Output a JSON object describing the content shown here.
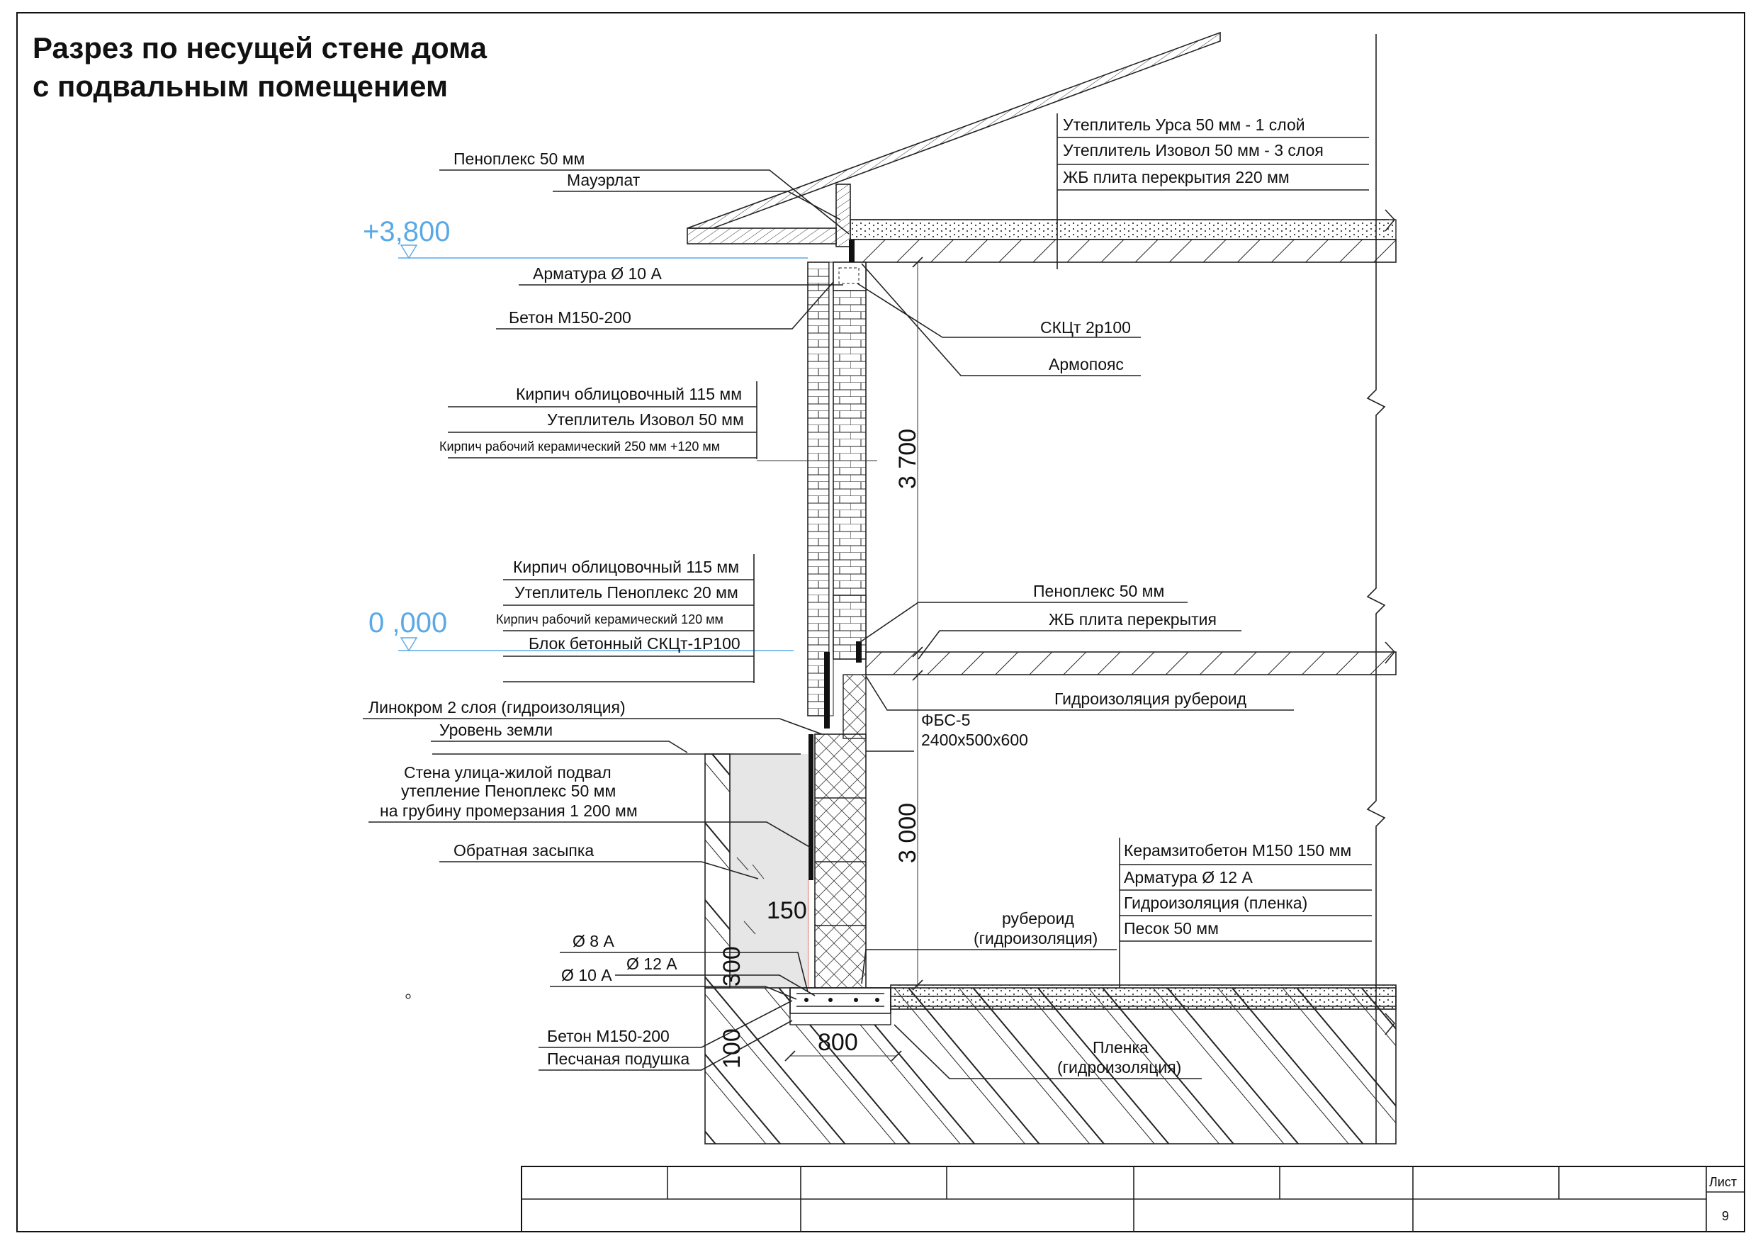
{
  "title": {
    "line1": "Разрез по несущей стене дома",
    "line2": "с подвальным помещением"
  },
  "elevations": {
    "top": "+3,800",
    "zero": "0 ,000"
  },
  "dimensions": {
    "upper_floor": "3 700",
    "basement": "3 000",
    "d150": "150",
    "d300": "300",
    "d100": "100",
    "d800": "800"
  },
  "roof_stack": [
    "Утеплитель Урса 50 мм - 1 слой",
    "Утеплитель Изовол 50 мм - 3 слоя",
    "ЖБ плита перекрытия 220 мм"
  ],
  "left_labels": {
    "penoplex_top": "Пеноплекс 50 мм",
    "mauerlat": "Мауэрлат",
    "armatura10": "Арматура Ø 10 А",
    "beton_top": "Бетон М150-200",
    "upper_wall": [
      "Кирпич облицовочный 115 мм",
      "Утеплитель Изовол 50 мм",
      "Кирпич рабочий керамический 250 мм +120 мм"
    ],
    "lower_wall": [
      "Кирпич облицовочный 115 мм",
      "Утеплитель Пеноплекс 20 мм",
      "Кирпич рабочий керамический 120 мм",
      "Блок бетонный СКЦт-1Р100"
    ],
    "linokrom": "Линокром 2 слоя (гидроизоляция)",
    "ground": "Уровень земли",
    "basement_wall": [
      "Стена улица-жилой подвал",
      "утепление Пеноплекс 50 мм",
      "на грубину промерзания 1 200 мм"
    ],
    "backfill": "Обратная засыпка",
    "d8": "Ø 8 А",
    "d12": "Ø 12 А",
    "d10": "Ø 10 А",
    "beton_bottom": "Бетон М150-200",
    "sand": "Песчаная подушка"
  },
  "right_labels": {
    "skct": "СКЦт 2р100",
    "armopoyas": "Армопояс",
    "penoplex_mid": "Пеноплекс 50 мм",
    "slab": "ЖБ плита перекрытия",
    "ruberoid_top": "Гидроизоляция рубероид",
    "fbs_1": "ФБС-5",
    "fbs_2": "2400х500х600",
    "ruberoid_1": "рубероид",
    "ruberoid_2": "(гидроизоляция)",
    "plenka_1": "Пленка",
    "plenka_2": "(гидроизоляция)"
  },
  "floor_stack": [
    "Керамзитобетон М150 150 мм",
    "Арматура Ø 12 А",
    "Гидроизоляция (пленка)",
    "Песок 50 мм"
  ],
  "title_block": {
    "sheet_label": "Лист",
    "sheet_number": "9"
  }
}
